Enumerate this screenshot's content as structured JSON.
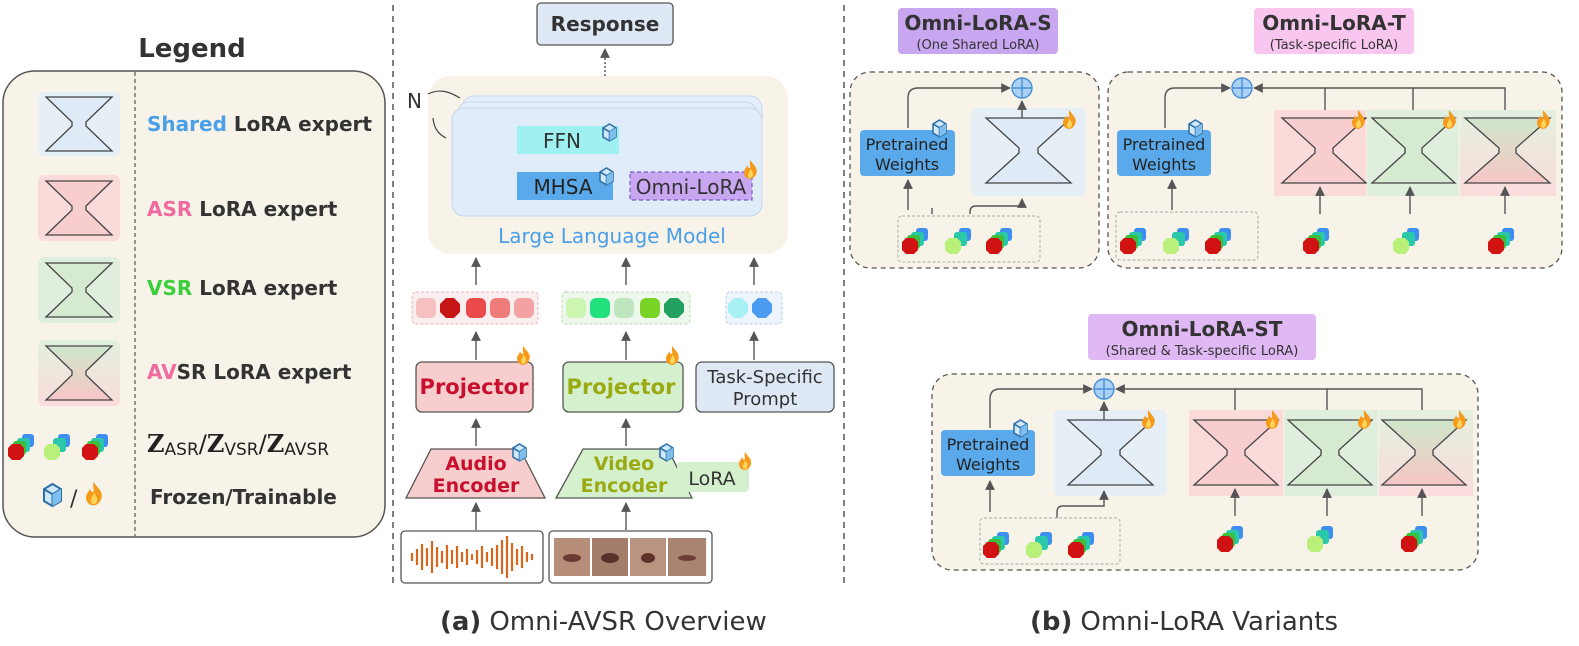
{
  "legend": {
    "title": "Legend",
    "items": [
      {
        "colored": "Shared",
        "rest": " LoRA expert",
        "color": "#4a9fe8"
      },
      {
        "colored": "ASR",
        "rest": " LoRA expert",
        "color": "#f06aa0"
      },
      {
        "colored": "VSR",
        "rest": " LoRA expert",
        "color": "#3ccf3c"
      },
      {
        "colored": "AV",
        "rest": "SR LoRA expert",
        "color": "#f06aa0"
      }
    ],
    "tokens_label": "Z",
    "z_asr": "ASR",
    "z_vsr": "VSR",
    "z_avsr": "AVSR",
    "slash": "/",
    "frozen_trainable": "Frozen/Trainable"
  },
  "overview": {
    "response": "Response",
    "n": "N",
    "ffn": "FFN",
    "mhsa": "MHSA",
    "omni_lora": "Omni-LoRA",
    "llm": "Large Language Model",
    "audio_projector": "Projector",
    "video_projector": "Projector",
    "prompt_line1": "Task-Specific",
    "prompt_line2": "Prompt",
    "audio_enc_line1": "Audio",
    "audio_enc_line2": "Encoder",
    "video_enc_line1": "Video",
    "video_enc_line2": "Encoder",
    "lora": "LoRA"
  },
  "variants": {
    "s_title": "Omni-LoRA-S",
    "s_sub": "(One Shared LoRA)",
    "t_title": "Omni-LoRA-T",
    "t_sub": "(Task-specific LoRA)",
    "st_title": "Omni-LoRA-ST",
    "st_sub": "(Shared & Task-specific LoRA)",
    "pw_line1": "Pretrained",
    "pw_line2": "Weights"
  },
  "captions": {
    "a_label": "(a)",
    "a_text": "Omni-AVSR Overview",
    "b_label": "(b)",
    "b_text": "Omni-LoRA Variants"
  },
  "colors": {
    "shared_bg": "#e6eef6",
    "asr_bg": "#fbdada",
    "vsr_bg": "#dfeedd",
    "panel_bg": "#f7f3e8",
    "pretrained": "#5aa9ea",
    "llm_text": "#4a9fe8",
    "purple": "#c9a6f0",
    "pink": "#f8c6ef"
  },
  "icons": [
    "cube-icon",
    "flame-icon",
    "plus-circle-icon",
    "hourglass-icon",
    "waveform-icon"
  ]
}
